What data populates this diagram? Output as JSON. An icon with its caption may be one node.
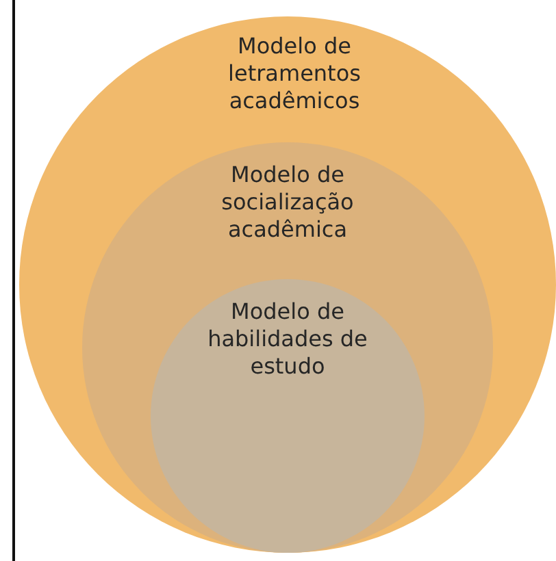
{
  "diagram": {
    "nodes": [
      {
        "text": [
          "Modelo de letramentos acadêmicos"
        ]
      },
      {
        "text": [
          "Modelo de socialização acadêmica"
        ],
        "in": 0
      },
      {
        "text": [
          "Modelo de habilidades de estudo"
        ],
        "in": 1
      }
    ]
  }
}
